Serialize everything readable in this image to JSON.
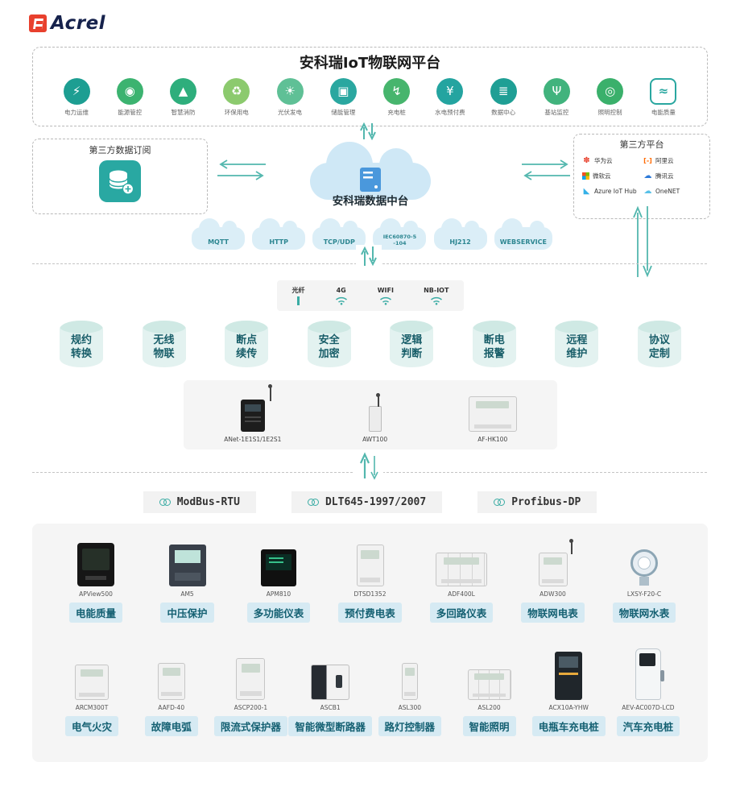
{
  "brand": {
    "name": "Acrel"
  },
  "colors": {
    "accent": "#3aaca4",
    "arrow": "#53b7ae",
    "chip_bg": "#d6eaf3",
    "chip_text": "#146072"
  },
  "platform": {
    "title": "安科瑞IoT物联网平台",
    "apps": [
      {
        "label": "电力运维",
        "glyph": "⚡",
        "color": "#1d9e92"
      },
      {
        "label": "能源管控",
        "glyph": "◉",
        "color": "#3cb370"
      },
      {
        "label": "智慧消防",
        "glyph": "▲",
        "color": "#2eae7c"
      },
      {
        "label": "环保用电",
        "glyph": "♻",
        "color": "#8cca6e"
      },
      {
        "label": "光伏发电",
        "glyph": "☀",
        "color": "#5fc096"
      },
      {
        "label": "储能管理",
        "glyph": "▣",
        "color": "#2aa7a0"
      },
      {
        "label": "充电桩",
        "glyph": "↯",
        "color": "#47b56d"
      },
      {
        "label": "水电预付费",
        "glyph": "¥",
        "color": "#24a4a0"
      },
      {
        "label": "数据中心",
        "glyph": "≣",
        "color": "#1f9f95"
      },
      {
        "label": "基站监控",
        "glyph": "Ψ",
        "color": "#41b37d"
      },
      {
        "label": "照明控制",
        "glyph": "◎",
        "color": "#3ab06b"
      },
      {
        "label": "电能质量",
        "glyph": "≈",
        "color": "#2aa7a0"
      }
    ]
  },
  "integration": {
    "subscribe_title": "第三方数据订阅",
    "data_center_label": "安科瑞数据中台",
    "third_party_title": "第三方平台",
    "providers": [
      {
        "name": "华为云",
        "icon": "✽",
        "color": "#e8412d"
      },
      {
        "name": "阿里云",
        "icon": "[-]",
        "color": "#ff6a00"
      },
      {
        "name": "微软云",
        "icon": "",
        "color": ""
      },
      {
        "name": "腾讯云",
        "icon": "☁",
        "color": "#2f7bd9"
      },
      {
        "name": "Azure IoT Hub",
        "icon": "◣",
        "color": "#35b1e8"
      },
      {
        "name": "OneNET",
        "icon": "☁",
        "color": "#59c1e8"
      }
    ],
    "protocols": [
      {
        "label": "MQTT"
      },
      {
        "label": "HTTP"
      },
      {
        "label": "TCP/UDP"
      },
      {
        "label": "IEC60870-5-104"
      },
      {
        "label": "HJ212"
      },
      {
        "label": "WEBSERVICE"
      }
    ]
  },
  "network": {
    "items": [
      {
        "label": "光纤"
      },
      {
        "label": "4G"
      },
      {
        "label": "WIFI"
      },
      {
        "label": "NB-IOT"
      }
    ]
  },
  "features": [
    {
      "line1": "规约",
      "line2": "转换"
    },
    {
      "line1": "无线",
      "line2": "物联"
    },
    {
      "line1": "断点",
      "line2": "续传"
    },
    {
      "line1": "安全",
      "line2": "加密"
    },
    {
      "line1": "逻辑",
      "line2": "判断"
    },
    {
      "line1": "断电",
      "line2": "报警"
    },
    {
      "line1": "远程",
      "line2": "维护"
    },
    {
      "line1": "协议",
      "line2": "定制"
    }
  ],
  "gateways": [
    {
      "model": "ANet-1E1S1/1E2S1"
    },
    {
      "model": "AWT100"
    },
    {
      "model": "AF-HK100"
    }
  ],
  "field_protocols": [
    {
      "label": "ModBus-RTU"
    },
    {
      "label": "DLT645-1997/2007"
    },
    {
      "label": "Profibus-DP"
    }
  ],
  "products": {
    "row1": [
      {
        "model": "APView500",
        "label": "电能质量"
      },
      {
        "model": "AM5",
        "label": "中压保护"
      },
      {
        "model": "APM810",
        "label": "多功能仪表"
      },
      {
        "model": "DTSD1352",
        "label": "预付费电表"
      },
      {
        "model": "ADF400L",
        "label": "多回路仪表"
      },
      {
        "model": "ADW300",
        "label": "物联网电表"
      },
      {
        "model": "LXSY-F20-C",
        "label": "物联网水表"
      }
    ],
    "row2": [
      {
        "model": "ARCM300T",
        "label": "电气火灾"
      },
      {
        "model": "AAFD-40",
        "label": "故障电弧"
      },
      {
        "model": "ASCP200-1",
        "label": "限流式保护器"
      },
      {
        "model": "ASCB1",
        "label": "智能微型断路器"
      },
      {
        "model": "ASL300",
        "label": "路灯控制器"
      },
      {
        "model": "ASL200",
        "label": "智能照明"
      },
      {
        "model": "ACX10A-YHW",
        "label": "电瓶车充电桩"
      },
      {
        "model": "AEV-AC007D-LCD",
        "label": "汽车充电桩"
      }
    ]
  }
}
